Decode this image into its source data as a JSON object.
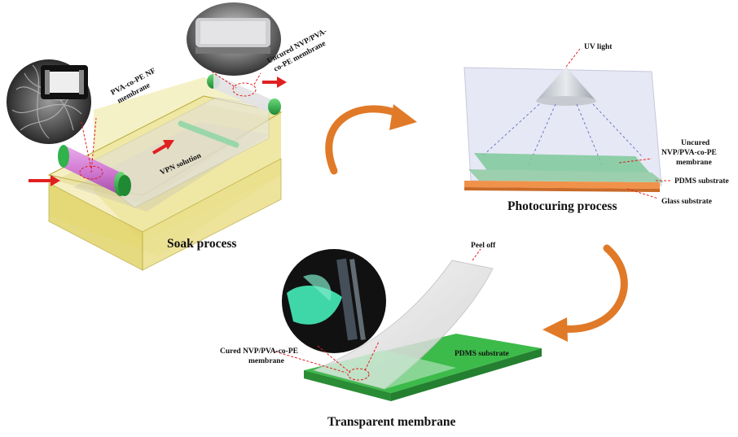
{
  "soak": {
    "title": "Soak process",
    "solution_label": "VPN solution",
    "nf_label_line1": "PVA-co-PE NF",
    "nf_label_line2": "membrane",
    "uncured_label_line1": "Uncured NVP/PVA-",
    "uncured_label_line2": "co-PE membrane"
  },
  "photo": {
    "title": "Photocuring process",
    "uv_label": "UV light",
    "uncured_line1": "Uncured",
    "uncured_line2": "NVP/PVA-co-PE",
    "uncured_line3": "membrane",
    "pdms_label": "PDMS substrate",
    "glass_label": "Glass substrate"
  },
  "final": {
    "title": "Transparent membrane",
    "peel_label": "Peel off",
    "cured_line1": "Cured NVP/PVA-co-PE",
    "cured_line2": "membrane",
    "pdms_label": "PDMS substrate"
  },
  "colors": {
    "tank_fill": "#e8dc7a",
    "roller_pink": "#d88ad8",
    "roller_green": "#2fb34a",
    "pdms_green": "#3dbb4a",
    "glass_orange": "#f0924a",
    "arrow_orange": "#e07a28",
    "marker_red": "#e02020"
  }
}
